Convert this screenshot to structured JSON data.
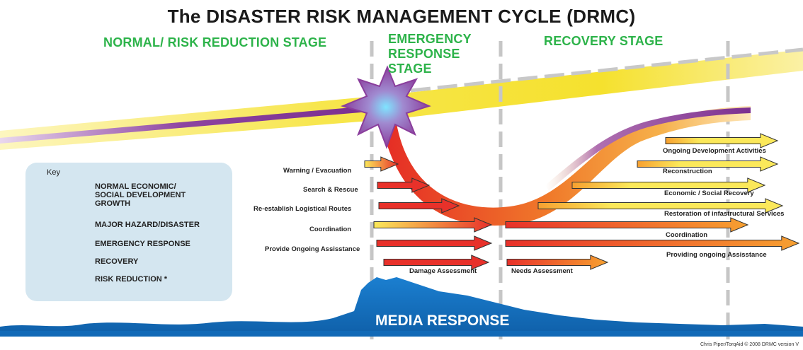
{
  "title": "The DISASTER RISK MANAGEMENT CYCLE (DRMC)",
  "stages": {
    "normal": "NORMAL/ RISK REDUCTION STAGE",
    "emergency": [
      "EMERGENCY",
      "RESPONSE",
      "STAGE"
    ],
    "recovery": "RECOVERY STAGE"
  },
  "key": {
    "title": "Key",
    "items": [
      {
        "lines": [
          "NORMAL ECONOMIC/",
          "SOCIAL DEVELOPMENT",
          "GROWTH"
        ],
        "color": "#f5e44a",
        "icon": "yellow-swatch"
      },
      {
        "lines": [
          "MAJOR HAZARD/DISASTER"
        ],
        "color": "#9a55b0",
        "icon": "star-burst-icon"
      },
      {
        "lines": [
          "EMERGENCY RESPONSE"
        ],
        "color": "#e8312a",
        "icon": "red-swatch"
      },
      {
        "lines": [
          "RECOVERY"
        ],
        "color": "#f29a2e",
        "icon": "orange-swatch"
      },
      {
        "lines": [
          "RISK REDUCTION *"
        ],
        "color": "#8a3e9c",
        "icon": "purple-swatch"
      }
    ]
  },
  "arrows": {
    "warning": "Warning / Evacuation",
    "search": "Search & Rescue",
    "logistics": "Re-establish Logistical Routes",
    "coordination_left": "Coordination",
    "assistance_left": "Provide Ongoing Assisstance",
    "damage": "Damage Assessment",
    "needs": "Needs Assessment",
    "ongoing_dev": "Ongoing Development Activities",
    "reconstruction": "Reconstruction",
    "economic": "Economic / Social Recovery",
    "restoration": "Restoration of infastructural Services",
    "coordination_right": "Coordination",
    "assistance_right": "Providing ongoing Assisstance"
  },
  "media": "MEDIA RESPONSE",
  "credit": "Chris Piper/TorqAid © 2008 DRMC version V",
  "colors": {
    "stage_text": "#2db34a",
    "yellow": "#f5e44a",
    "purple": "#8a3e9c",
    "red": "#e8312a",
    "orange": "#f29a2e",
    "media_blue": "#1572c6",
    "key_bg": "#d4e6f0"
  }
}
